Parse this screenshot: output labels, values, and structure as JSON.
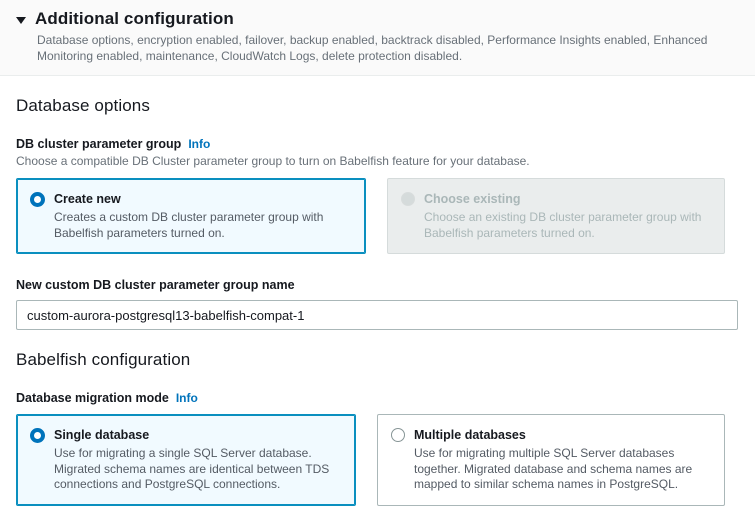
{
  "additional_configuration": {
    "caret_icon": "caret-down-icon",
    "title": "Additional configuration",
    "description": "Database options, encryption enabled, failover, backup enabled, backtrack disabled, Performance Insights enabled, Enhanced Monitoring enabled, maintenance, CloudWatch Logs, delete protection disabled."
  },
  "database_options": {
    "heading": "Database options",
    "parameter_group": {
      "label": "DB cluster parameter group",
      "info_label": "Info",
      "description": "Choose a compatible DB Cluster parameter group to turn on Babelfish feature for your database.",
      "options": [
        {
          "title": "Create new",
          "description": "Creates a custom DB cluster parameter group with Babelfish parameters turned on.",
          "selected": true,
          "disabled": false
        },
        {
          "title": "Choose existing",
          "description": "Choose an existing DB cluster parameter group with Babelfish parameters turned on.",
          "selected": false,
          "disabled": true
        }
      ]
    },
    "group_name_field": {
      "label": "New custom DB cluster parameter group name",
      "value": "custom-aurora-postgresql13-babelfish-compat-1",
      "placeholder": ""
    }
  },
  "babelfish_configuration": {
    "heading": "Babelfish configuration",
    "migration_mode": {
      "label": "Database migration mode",
      "info_label": "Info",
      "options": [
        {
          "title": "Single database",
          "description": "Use for migrating a single SQL Server database. Migrated schema names are identical between TDS connections and PostgreSQL connections.",
          "selected": true,
          "disabled": false
        },
        {
          "title": "Multiple databases",
          "description": "Use for migrating multiple SQL Server databases together. Migrated database and schema names are mapped to similar schema names in PostgreSQL.",
          "selected": false,
          "disabled": false
        }
      ]
    }
  },
  "colors": {
    "accent_blue": "#0073bb",
    "selected_border": "#0a8fbf",
    "selected_background": "#f1faff",
    "disabled_background": "#eaeded",
    "muted_text": "#687078",
    "band_background": "#fafafa"
  }
}
